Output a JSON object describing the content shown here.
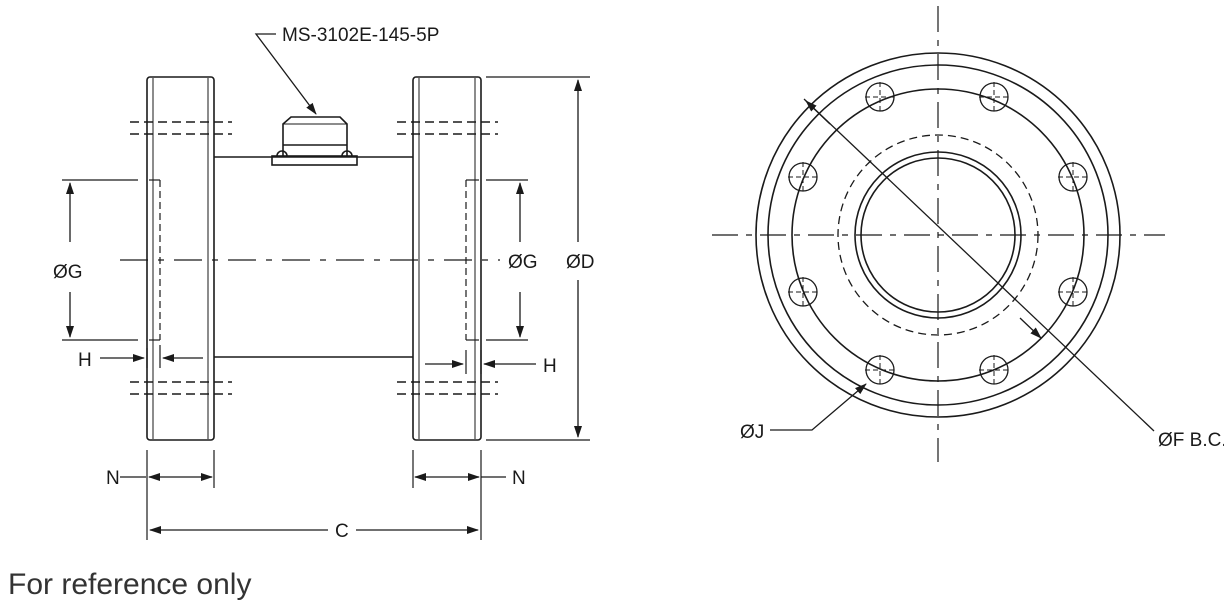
{
  "labels": {
    "connector": "MS-3102E-145-5P",
    "g_left": "ØG",
    "g_right": "ØG",
    "d": "ØD",
    "h_left": "H",
    "h_right": "H",
    "n_left": "N",
    "n_right": "N",
    "c": "C",
    "j": "ØJ",
    "f_bc": "ØF B.C."
  },
  "footer": "For reference only",
  "colors": {
    "line": "#1a1a1a",
    "text": "#333333"
  }
}
